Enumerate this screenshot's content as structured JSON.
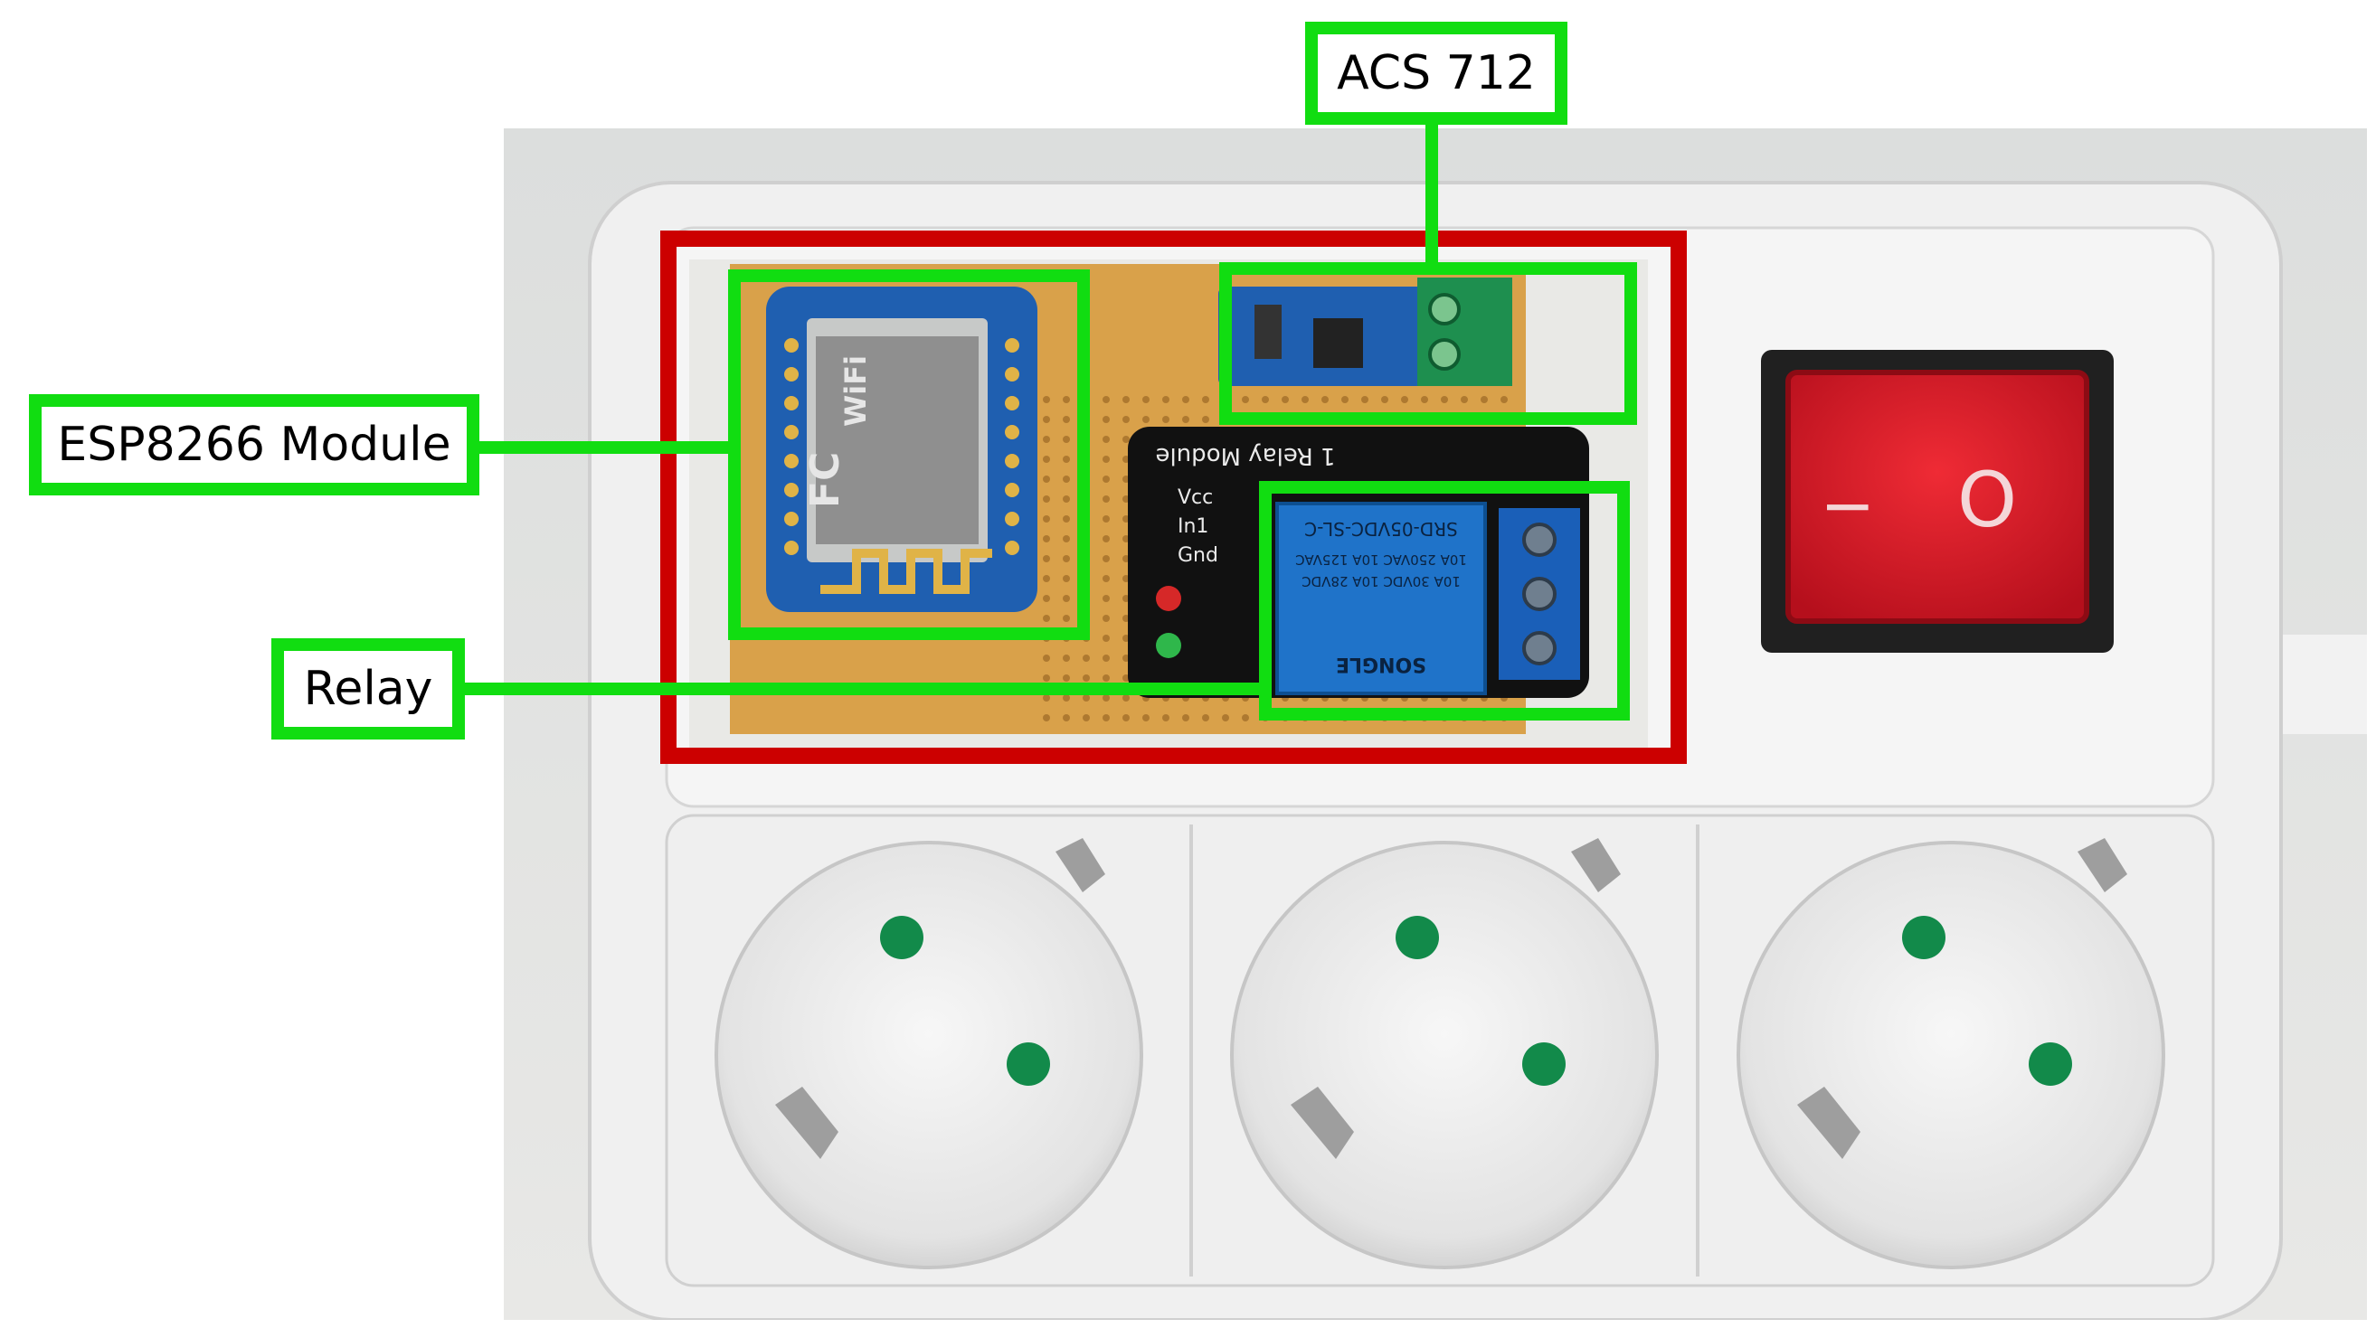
{
  "labels": {
    "acs712": "ACS 712",
    "esp8266": "ESP8266 Module",
    "relay": "Relay"
  },
  "board_text": {
    "relay_module_title": "1 Relay Module",
    "relay_pin_vcc": "Vcc",
    "relay_pin_in1": "In1",
    "relay_pin_gnd": "Gnd",
    "relay_model": "SRD-05VDC-SL-C",
    "relay_rating_1": "10A 250VAC 10A 125VAC",
    "relay_rating_2": "10A 30VDC 10A 28VDC",
    "relay_brand": "SONGLE",
    "esp_wifi": "WiFi",
    "esp_fcc": "FC",
    "switch_off": "I",
    "switch_on": "O"
  },
  "colors": {
    "callout_green": "#11dd11",
    "highlight_red": "#cc0000",
    "power_strip": "#ececec",
    "switch_red": "#d81b2a",
    "pcb_blue": "#1f5fb0",
    "perfboard": "#d9a14a",
    "socket_contact": "#128a4a"
  }
}
